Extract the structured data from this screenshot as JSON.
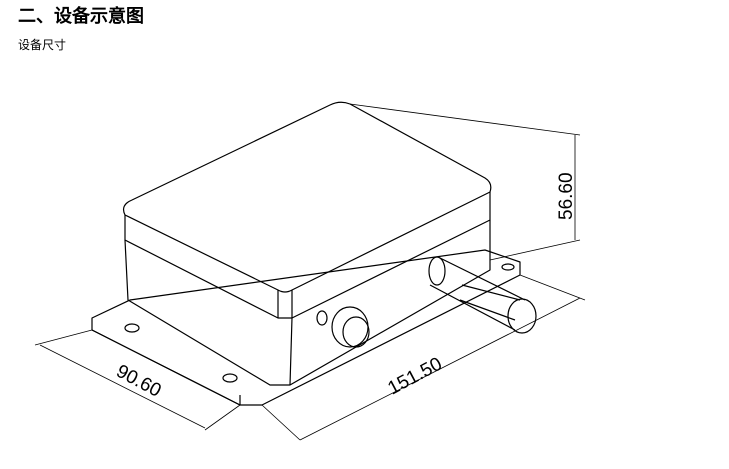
{
  "heading": "二、设备示意图",
  "subheading": "设备尺寸",
  "drawing": {
    "height_dim": "56.60",
    "length_dim": "151.50",
    "width_dim": "90.60"
  }
}
